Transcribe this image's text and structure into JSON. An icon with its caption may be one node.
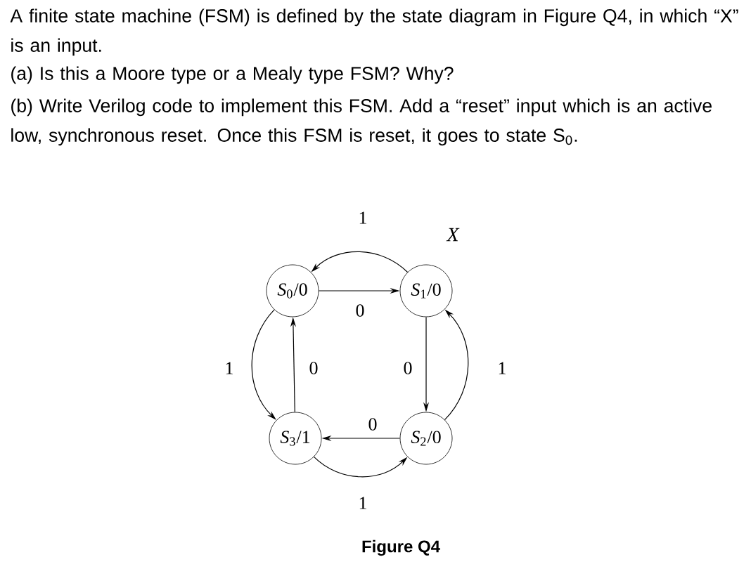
{
  "diagram": {
    "caption": "Figure Q4",
    "nodes": [
      {
        "text": [
          "*S*$_{0}$/0"
        ]
      },
      {
        "text": [
          "*S*$_{1}$/0"
        ]
      },
      {
        "text": [
          "*S*$_{2}$/0"
        ]
      },
      {
        "text": [
          "*S*$_{3}$/1"
        ]
      }
    ],
    "edges": [
      {
        "from": 0,
        "to": 1,
        "arrow": "to",
        "label": "0"
      },
      {
        "from": 1,
        "to": 2,
        "arrow": "to",
        "label": "0"
      },
      {
        "from": 2,
        "to": 3,
        "arrow": "to",
        "label": "0"
      },
      {
        "from": 3,
        "to": 0,
        "arrow": "to",
        "label": "0"
      },
      {
        "from": 1,
        "to": 0,
        "arrow": "to",
        "label": "1"
      },
      {
        "from": 0,
        "to": 3,
        "arrow": "to",
        "label": "1"
      },
      {
        "from": 3,
        "to": 2,
        "arrow": "to",
        "label": "1"
      },
      {
        "from": 2,
        "to": 1,
        "arrow": "to",
        "label": "1"
      }
    ],
    "labels": [
      "A finite state machine (FSM) is defined by the state diagram in Figure Q4, in which “X” is an input.",
      "(a) Is this a Moore type or a Mealy type FSM? Why?",
      "(b) Write Verilog code to implement this FSM. Add a “reset” input which is an active low, synchronous reset. Once this FSM is reset, it goes to state S$_{0}$.",
      "X"
    ]
  }
}
